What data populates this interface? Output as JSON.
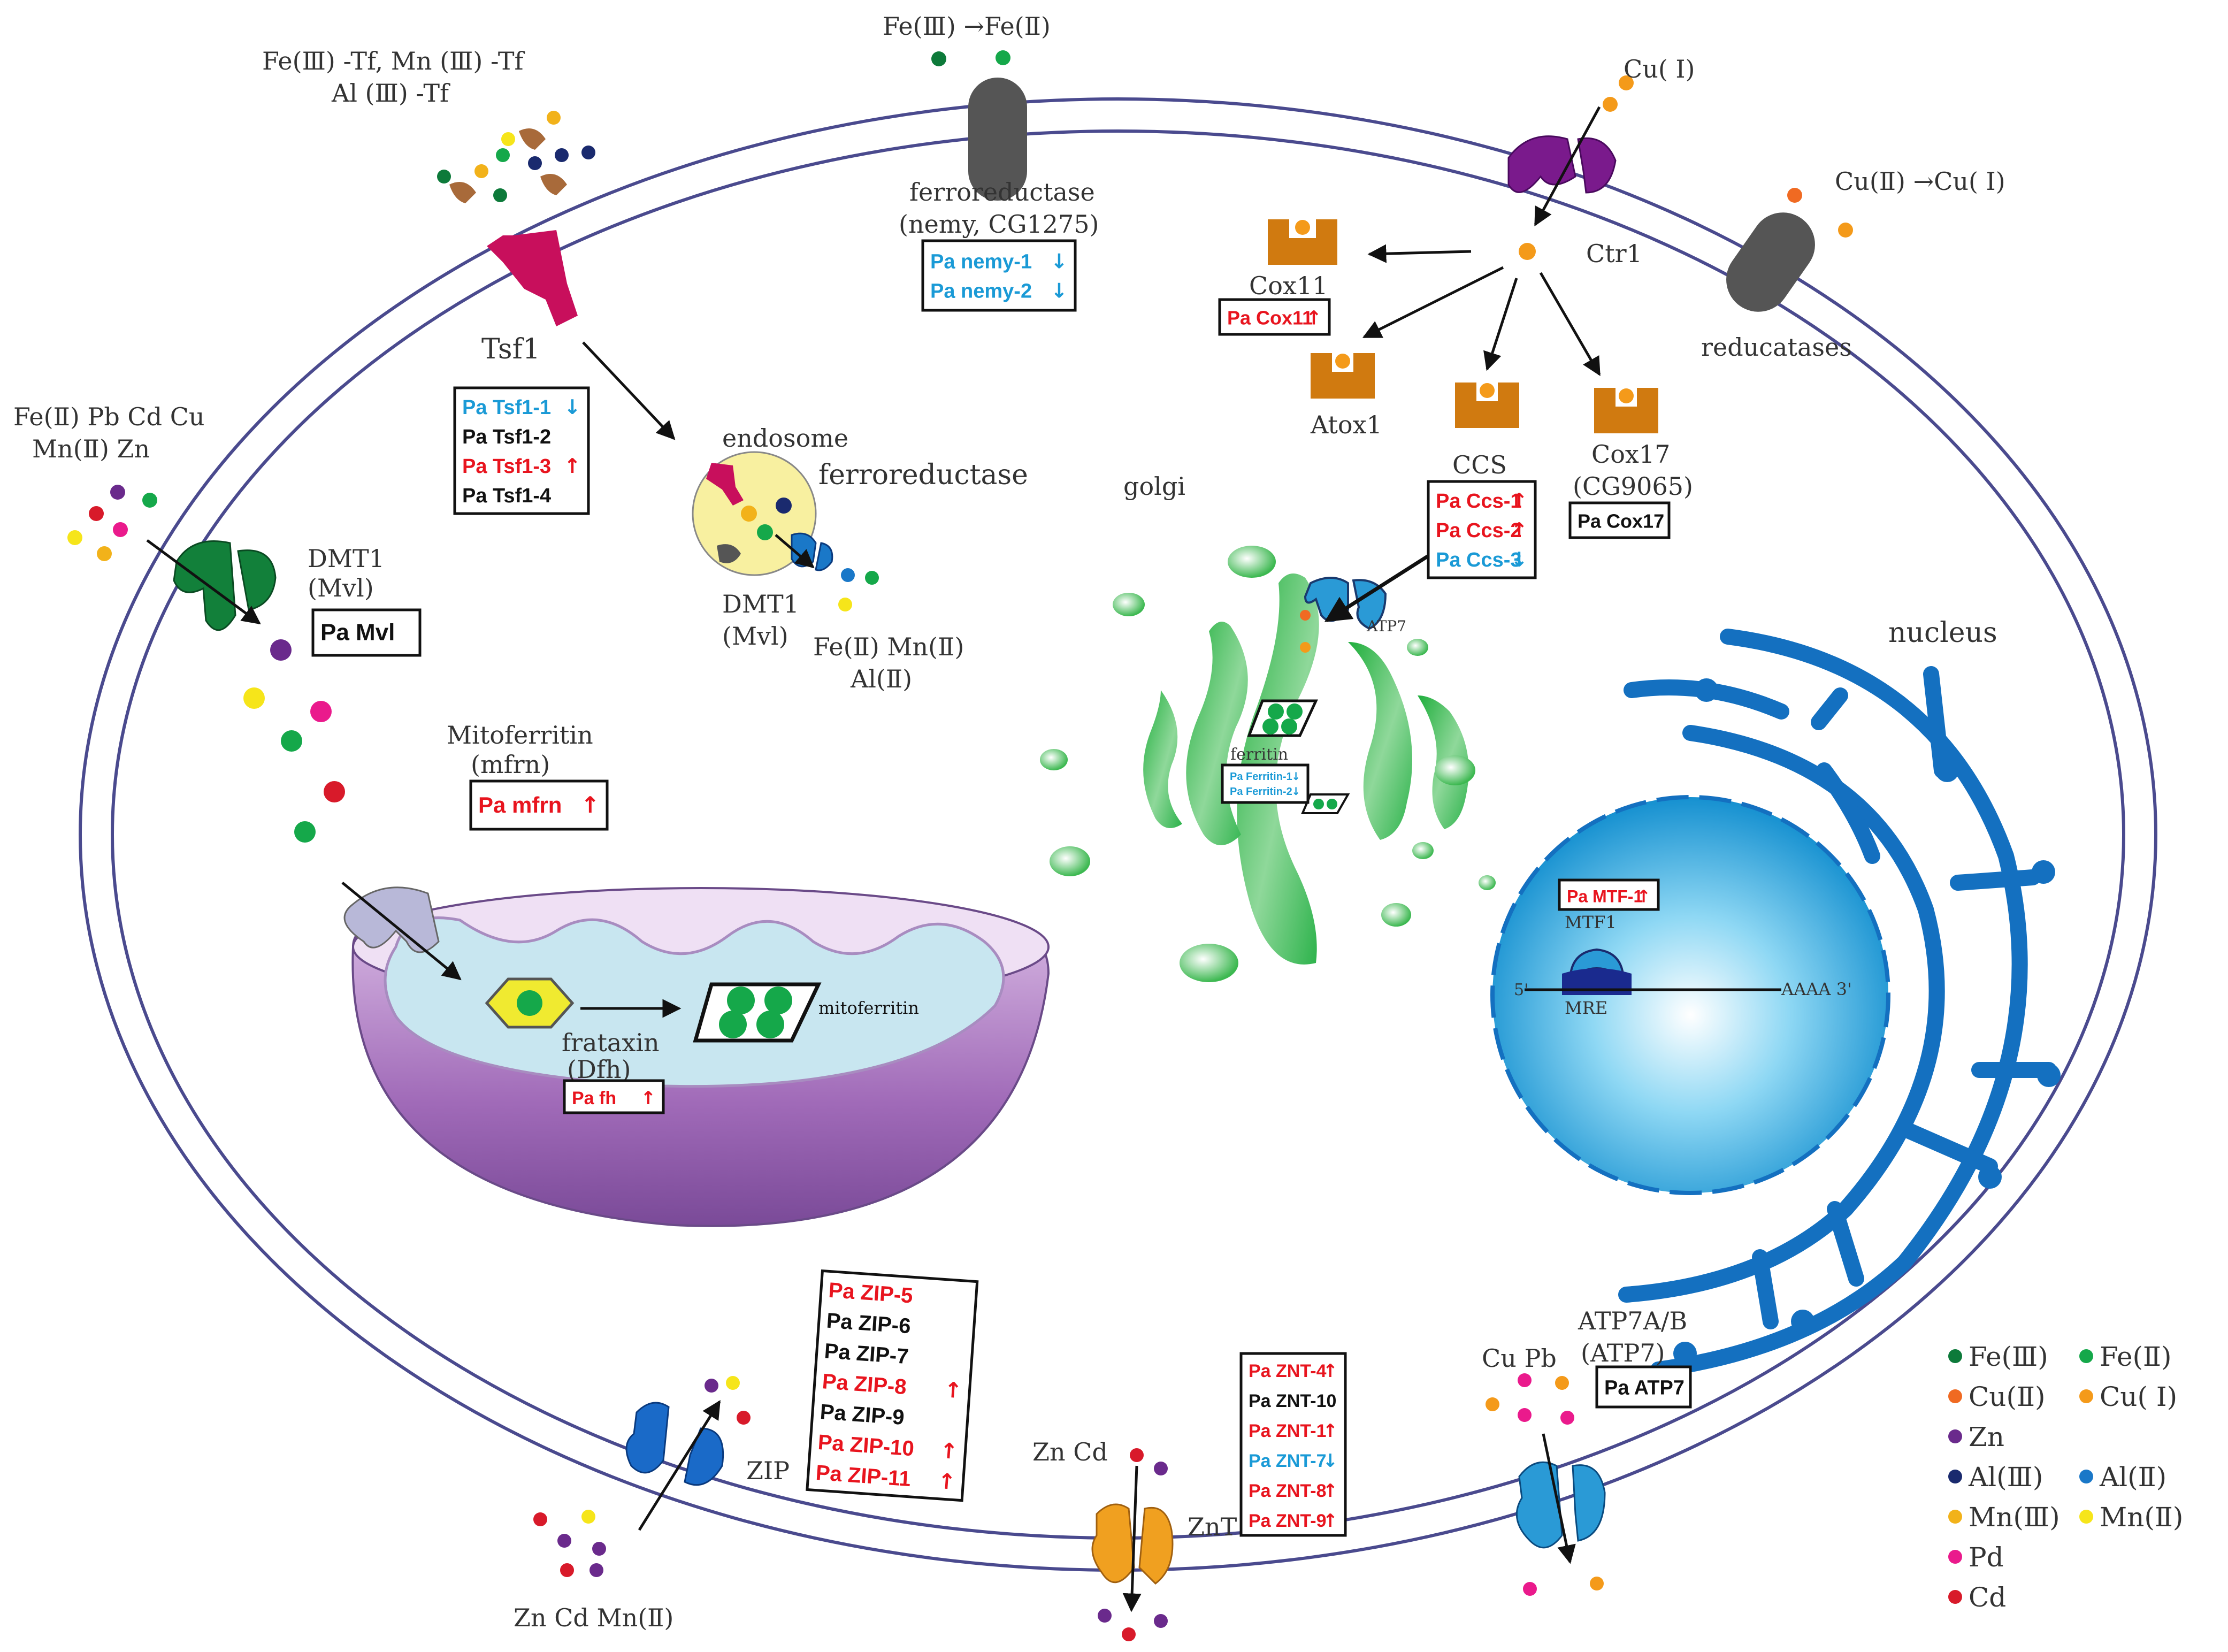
{
  "colors": {
    "fe3": "#0d7a3a",
    "fe2": "#15a84a",
    "cu2": "#f06a22",
    "cu1": "#f49a1a",
    "zn": "#6a2a8c",
    "al3": "#1a2a6e",
    "al2": "#1a78c8",
    "mn3": "#f2b21a",
    "mn2": "#f6e51a",
    "pd": "#ea1a8c",
    "cd": "#d81a2a",
    "up": "#e8141e",
    "down": "#1a9ad6"
  },
  "labels": {
    "tf_line1": "Fe(Ⅲ) -Tf, Mn (Ⅲ) -Tf",
    "tf_line2": "Al (Ⅲ) -Tf",
    "fe_reduction": "Fe(Ⅲ) →Fe(Ⅱ)",
    "ferroreductase": "ferroreductase",
    "ferroreductase_genes": "(nemy, CG1275)",
    "cu1": "Cu( Ⅰ)",
    "ctr1": "Ctr1",
    "cu_reduction": "Cu(Ⅱ) →Cu( Ⅰ)",
    "reducatases": "reducatases",
    "cox11": "Cox11",
    "atox1": "Atox1",
    "ccs": "CCS",
    "cox17": "Cox17",
    "cox17_gene": "(CG9065)",
    "tsf1": "Tsf1",
    "dmt1_ions_line1": "Fe(Ⅱ) Pb Cd Cu",
    "dmt1_ions_line2": "Mn(Ⅱ) Zn",
    "dmt1": "DMT1",
    "mvl": "(Mvl)",
    "endosome": "endosome",
    "endo_ferroreductase": "ferroreductase",
    "endo_dmt1": "DMT1",
    "endo_mvl": "(Mvl)",
    "endo_ions_line1": "Fe(Ⅱ) Mn(Ⅱ)",
    "endo_ions_line2": "Al(Ⅱ)",
    "golgi": "golgi",
    "atp7_golgi": "ATP7",
    "ferritin": "ferritin",
    "mitoferritin_label": "Mitoferritin",
    "mfrn_gene": "(mfrn)",
    "frataxin": "frataxin",
    "dfh": "(Dfh)",
    "mitoferritin_inner": "mitoferritin",
    "nucleus": "nucleus",
    "mtf1": "MTF1",
    "mre": "MRE",
    "five_prime": "5'",
    "aaaa": "AAAA 3'",
    "zip": "ZIP",
    "zip_ions": "Zn Cd Mn(Ⅱ)",
    "znt_ions": "Zn Cd",
    "znt": "ZnT",
    "atp7ab": "ATP7A/B",
    "atp7ab_gene": "(ATP7)",
    "atp7_ions": "Cu Pb"
  },
  "genes": {
    "nemy": [
      {
        "t": "Pa nemy-1",
        "c": "down",
        "a": "↓"
      },
      {
        "t": "Pa nemy-2",
        "c": "down",
        "a": "↓"
      }
    ],
    "tsf1": [
      {
        "t": "Pa Tsf1-1",
        "c": "down",
        "a": "↓"
      },
      {
        "t": "Pa Tsf1-2",
        "c": "none",
        "a": ""
      },
      {
        "t": "Pa Tsf1-3",
        "c": "up",
        "a": "↑"
      },
      {
        "t": "Pa Tsf1-4",
        "c": "none",
        "a": ""
      }
    ],
    "cox11": [
      {
        "t": "Pa Cox11",
        "c": "up",
        "a": "↑"
      }
    ],
    "ccs": [
      {
        "t": "Pa Ccs-1",
        "c": "up",
        "a": "↑"
      },
      {
        "t": "Pa Ccs-2",
        "c": "up",
        "a": "↑"
      },
      {
        "t": "Pa Ccs-3",
        "c": "down",
        "a": "↓"
      }
    ],
    "cox17": [
      {
        "t": "Pa Cox17",
        "c": "none",
        "a": ""
      }
    ],
    "mvl": [
      {
        "t": "Pa Mvl",
        "c": "none",
        "a": ""
      }
    ],
    "mfrn": [
      {
        "t": "Pa mfrn",
        "c": "up",
        "a": "↑"
      }
    ],
    "fh": [
      {
        "t": "Pa fh",
        "c": "up",
        "a": "↑"
      }
    ],
    "ferritin": [
      {
        "t": "Pa Ferritin-1",
        "c": "down",
        "a": "↓"
      },
      {
        "t": "Pa Ferritin-2",
        "c": "down",
        "a": "↓"
      }
    ],
    "mtf": [
      {
        "t": "Pa MTF-1",
        "c": "up",
        "a": "↑"
      }
    ],
    "zip": [
      {
        "t": "Pa ZIP-5",
        "c": "up",
        "a": ""
      },
      {
        "t": "Pa ZIP-6",
        "c": "none",
        "a": ""
      },
      {
        "t": "Pa ZIP-7",
        "c": "none",
        "a": ""
      },
      {
        "t": "Pa ZIP-8",
        "c": "up",
        "a": "↑"
      },
      {
        "t": "Pa ZIP-9",
        "c": "none",
        "a": ""
      },
      {
        "t": "Pa ZIP-10",
        "c": "up",
        "a": "↑"
      },
      {
        "t": "Pa ZIP-11",
        "c": "up",
        "a": "↑"
      }
    ],
    "znt": [
      {
        "t": "Pa ZNT-4",
        "c": "up",
        "a": "↑"
      },
      {
        "t": "Pa ZNT-10",
        "c": "none",
        "a": ""
      },
      {
        "t": "Pa ZNT-1",
        "c": "up",
        "a": "↑"
      },
      {
        "t": "Pa ZNT-7",
        "c": "down",
        "a": "↓"
      },
      {
        "t": "Pa ZNT-8",
        "c": "up",
        "a": "↑"
      },
      {
        "t": "Pa ZNT-9",
        "c": "up",
        "a": "↑"
      }
    ],
    "atp7": [
      {
        "t": "Pa ATP7",
        "c": "none",
        "a": ""
      }
    ]
  },
  "legend": [
    {
      "label": "Fe(Ⅲ)",
      "color": "#0d7a3a"
    },
    {
      "label": "Fe(Ⅱ)",
      "color": "#15a84a"
    },
    {
      "label": "Cu(Ⅱ)",
      "color": "#f06a22"
    },
    {
      "label": "Cu( Ⅰ)",
      "color": "#f49a1a"
    },
    {
      "label": "Zn",
      "color": "#6a2a8c"
    },
    {
      "label": "Al(Ⅲ)",
      "color": "#1a2a6e"
    },
    {
      "label": "Al(Ⅱ)",
      "color": "#1a78c8"
    },
    {
      "label": "Mn(Ⅲ)",
      "color": "#f2b21a"
    },
    {
      "label": "Mn(Ⅱ)",
      "color": "#f6e51a"
    },
    {
      "label": "Pd",
      "color": "#ea1a8c"
    },
    {
      "label": "Cd",
      "color": "#d81a2a"
    }
  ]
}
